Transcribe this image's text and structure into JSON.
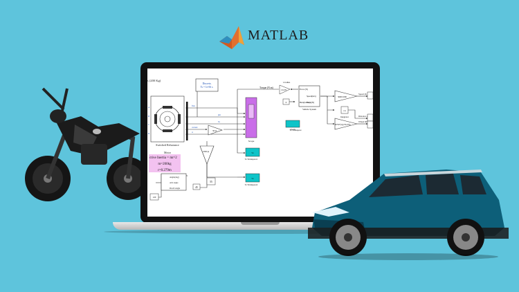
{
  "brand": {
    "name": "MATLAB",
    "logo_icon": "matlab-membrane-icon"
  },
  "colors": {
    "background": "#5ec4dc",
    "block_teal": "#0ec4c8",
    "block_purple": "#c96ee8",
    "block_green": "#3fbf3f",
    "mass_highlight": "#f3c2f0",
    "car_body": "#0d5f79",
    "bike_body": "#1b1b1b"
  },
  "simulink": {
    "top_left_fragment": "s (200 Kg)",
    "continuous_block": {
      "line1": "Discrete,",
      "line2": "Ts = 1e-06 s."
    },
    "motor": {
      "label1": "Switched Reluctance",
      "label2": "Motor"
    },
    "mass_box": {
      "line1": "ctive Inertia = mr^2",
      "line2": "m=200kg",
      "line3": "r=0.279m"
    },
    "position_sync": {
      "title": "Position synchronization",
      "angle": "Angle(deg)",
      "adv": "Adv angle",
      "dwell": "Dwell Angle",
      "const": "45"
    },
    "scope": {
      "label": "Scope"
    },
    "workspace1": {
      "label": "To Workspace1"
    },
    "workspace2": {
      "label": "To Workspace2"
    },
    "workspace3": {
      "label": "To Workspace"
    },
    "gain_step": {
      "label": "30/pi"
    },
    "gain_1800": {
      "label": "1800/pi"
    },
    "const_120": {
      "label": "120"
    },
    "const_55": {
      "label": "55"
    },
    "torque_label": "Torque (N.m)",
    "radius": {
      "label": "1/radius",
      "value": "1/0.279"
    },
    "vehicle": {
      "in1": "Force (N)",
      "in2": "Beta(incline)",
      "out1": "Speed(m/s)",
      "out2": "Force(N)",
      "label": "Vehicle System"
    },
    "const_0": "0",
    "clock_label": "Clock",
    "gain_speed": "3600/1000",
    "integrator_block": {
      "label": "Integrator",
      "sym": "1/s"
    },
    "gain_rpm": "60*30*(1/(pi*0.279))",
    "speed_out": "Speed (K",
    "distance_out": "Distance c",
    "wheel_out": "Wheel RPM",
    "signals": [
      "flux",
      "current",
      "phi",
      "Te",
      "w"
    ],
    "left_ports": [
      "A",
      "B",
      "C",
      "D"
    ]
  }
}
